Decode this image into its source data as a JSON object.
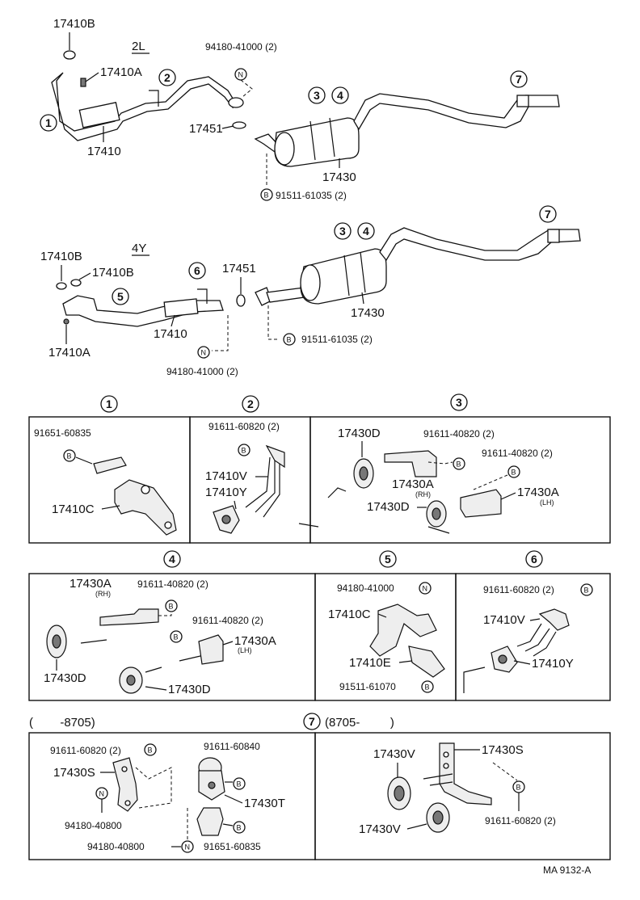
{
  "top_2l": {
    "engine": "2L",
    "labels": {
      "p17410b": "17410B",
      "p17410a": "17410A",
      "p17410": "17410",
      "p94180": "94180-41000 (2)",
      "p17451": "17451",
      "p17430": "17430",
      "p91511": "91511-61035 (2)"
    },
    "nums": {
      "n1": "1",
      "n2": "2",
      "n3": "3",
      "n4": "4",
      "n7": "7"
    },
    "sym_n": "N",
    "sym_b": "B"
  },
  "mid_4y": {
    "engine": "4Y",
    "labels": {
      "p17410b_1": "17410B",
      "p17410b_2": "17410B",
      "p17410a": "17410A",
      "p17410": "17410",
      "p17451": "17451",
      "p94180": "94180-41000 (2)",
      "p17430": "17430",
      "p91511": "91511-61035 (2)"
    },
    "nums": {
      "n5": "5",
      "n6": "6",
      "n3": "3",
      "n4": "4",
      "n7": "7"
    },
    "sym_n": "N",
    "sym_b": "B"
  },
  "detail_1": {
    "num": "1",
    "l1": "91651-60835",
    "l2": "17410C",
    "b": "B"
  },
  "detail_2": {
    "num": "2",
    "l1": "91611-60820 (2)",
    "l2": "17410V",
    "l3": "17410Y",
    "b": "B"
  },
  "detail_3": {
    "num": "3",
    "l1": "17430D",
    "l2": "91611-40820 (2)",
    "l3": "91611-40820 (2)",
    "l4": "17430A",
    "l4s": "(RH)",
    "l5": "17430A",
    "l5s": "(LH)",
    "l6": "17430D",
    "b": "B"
  },
  "detail_4": {
    "num": "4",
    "l1": "17430A",
    "l1s": "(RH)",
    "l2": "91611-40820 (2)",
    "l3": "91611-40820 (2)",
    "l4": "17430A",
    "l4s": "(LH)",
    "l5": "17430D",
    "l6": "17430D",
    "b": "B"
  },
  "detail_5": {
    "num": "5",
    "l1": "94180-41000",
    "l2": "17410C",
    "l3": "17410E",
    "l4": "91511-61070",
    "n": "N",
    "b": "B"
  },
  "detail_6": {
    "num": "6",
    "l1": "91611-60820 (2)",
    "l2": "17410V",
    "l3": "17410Y",
    "b": "B"
  },
  "detail_7a": {
    "range": "(        -8705)",
    "l1": "91611-60820 (2)",
    "l2": "17430S",
    "l3": "94180-40800",
    "l4": "91611-60840",
    "l5": "17430T",
    "l6": "94180-40800",
    "l7": "91651-60835",
    "n": "N",
    "b": "B"
  },
  "detail_7b": {
    "num": "7",
    "range": "(8705-         )",
    "l1": "17430V",
    "l2": "17430S",
    "l3": "17430V",
    "l4": "91611-60820 (2)",
    "b": "B"
  },
  "footer": {
    "code": "MA  9132-A"
  }
}
